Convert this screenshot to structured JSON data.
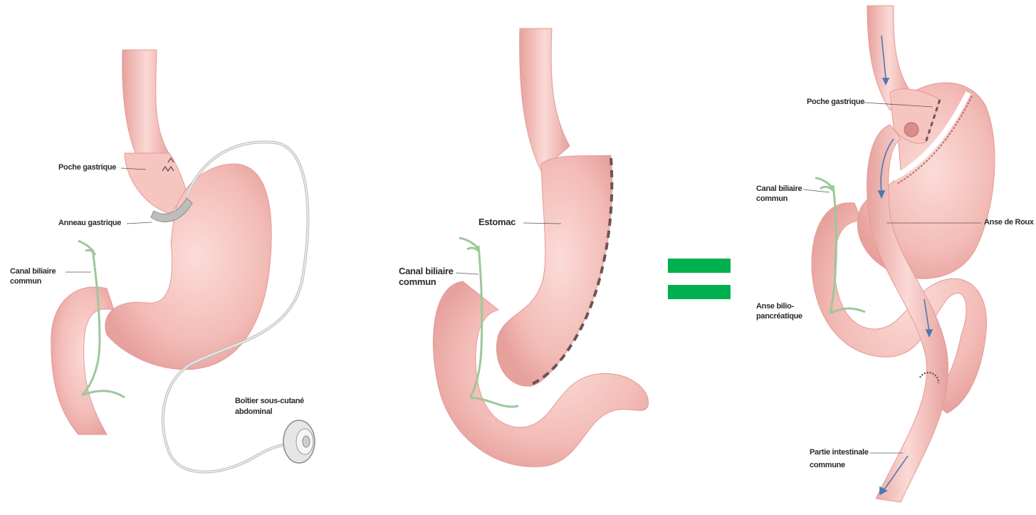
{
  "panels": {
    "band": {
      "poche": "Poche gastrique",
      "anneau": "Anneau gastrique",
      "canal_l1": "Canal biliaire",
      "canal_l2": "commun",
      "boitier_l1": "Boîtier sous-cutané",
      "boitier_l2": "abdominal"
    },
    "sleeve": {
      "estomac": "Estomac",
      "canal_l1": "Canal biliaire",
      "canal_l2": "commun"
    },
    "bypass": {
      "poche": "Poche gastrique",
      "canal_l1": "Canal biliaire",
      "canal_l2": "commun",
      "anse_roux": "Anse de Roux",
      "anse_bilio_l1": "Anse bilio-",
      "anse_bilio_l2": "pancréatique",
      "partie_l1": "Partie intestinale",
      "partie_l2": "commune"
    }
  },
  "colors": {
    "tissue": "#f2b8b4",
    "tissue_dark": "#e39a97",
    "tissue_light": "#fbd9d5",
    "duct": "#a9cfa6",
    "tube": "#c9c9c9",
    "staple": "#6b5556",
    "equals": "#00b04f"
  }
}
